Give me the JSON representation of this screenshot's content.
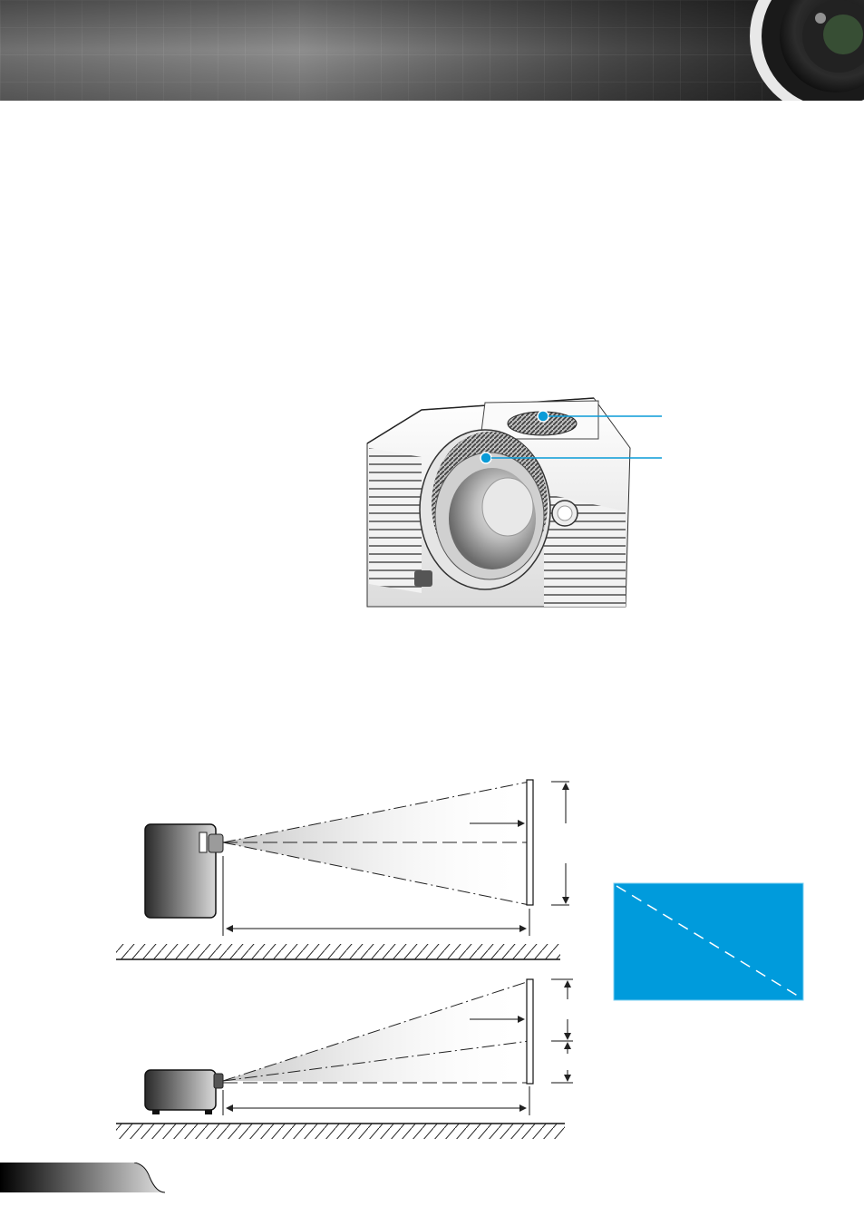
{
  "colors": {
    "header_dark": "#2b2b2b",
    "header_light": "#8a8a8a",
    "callout_blue": "#0a9bd7",
    "box_blue": "#009bdc",
    "projector_dark": "#2f2f2f",
    "projector_light": "#d4d4d4"
  },
  "icons": {
    "header_lens": "camera-lens-icon"
  },
  "figures": {
    "lens_photo": "projector-lens-with-zoom-and-focus-rings",
    "side_view": "projector-throw-distance-side-view",
    "offset_view": "projector-image-offset-side-view",
    "diagonal": "screen-diagonal-indicator"
  }
}
